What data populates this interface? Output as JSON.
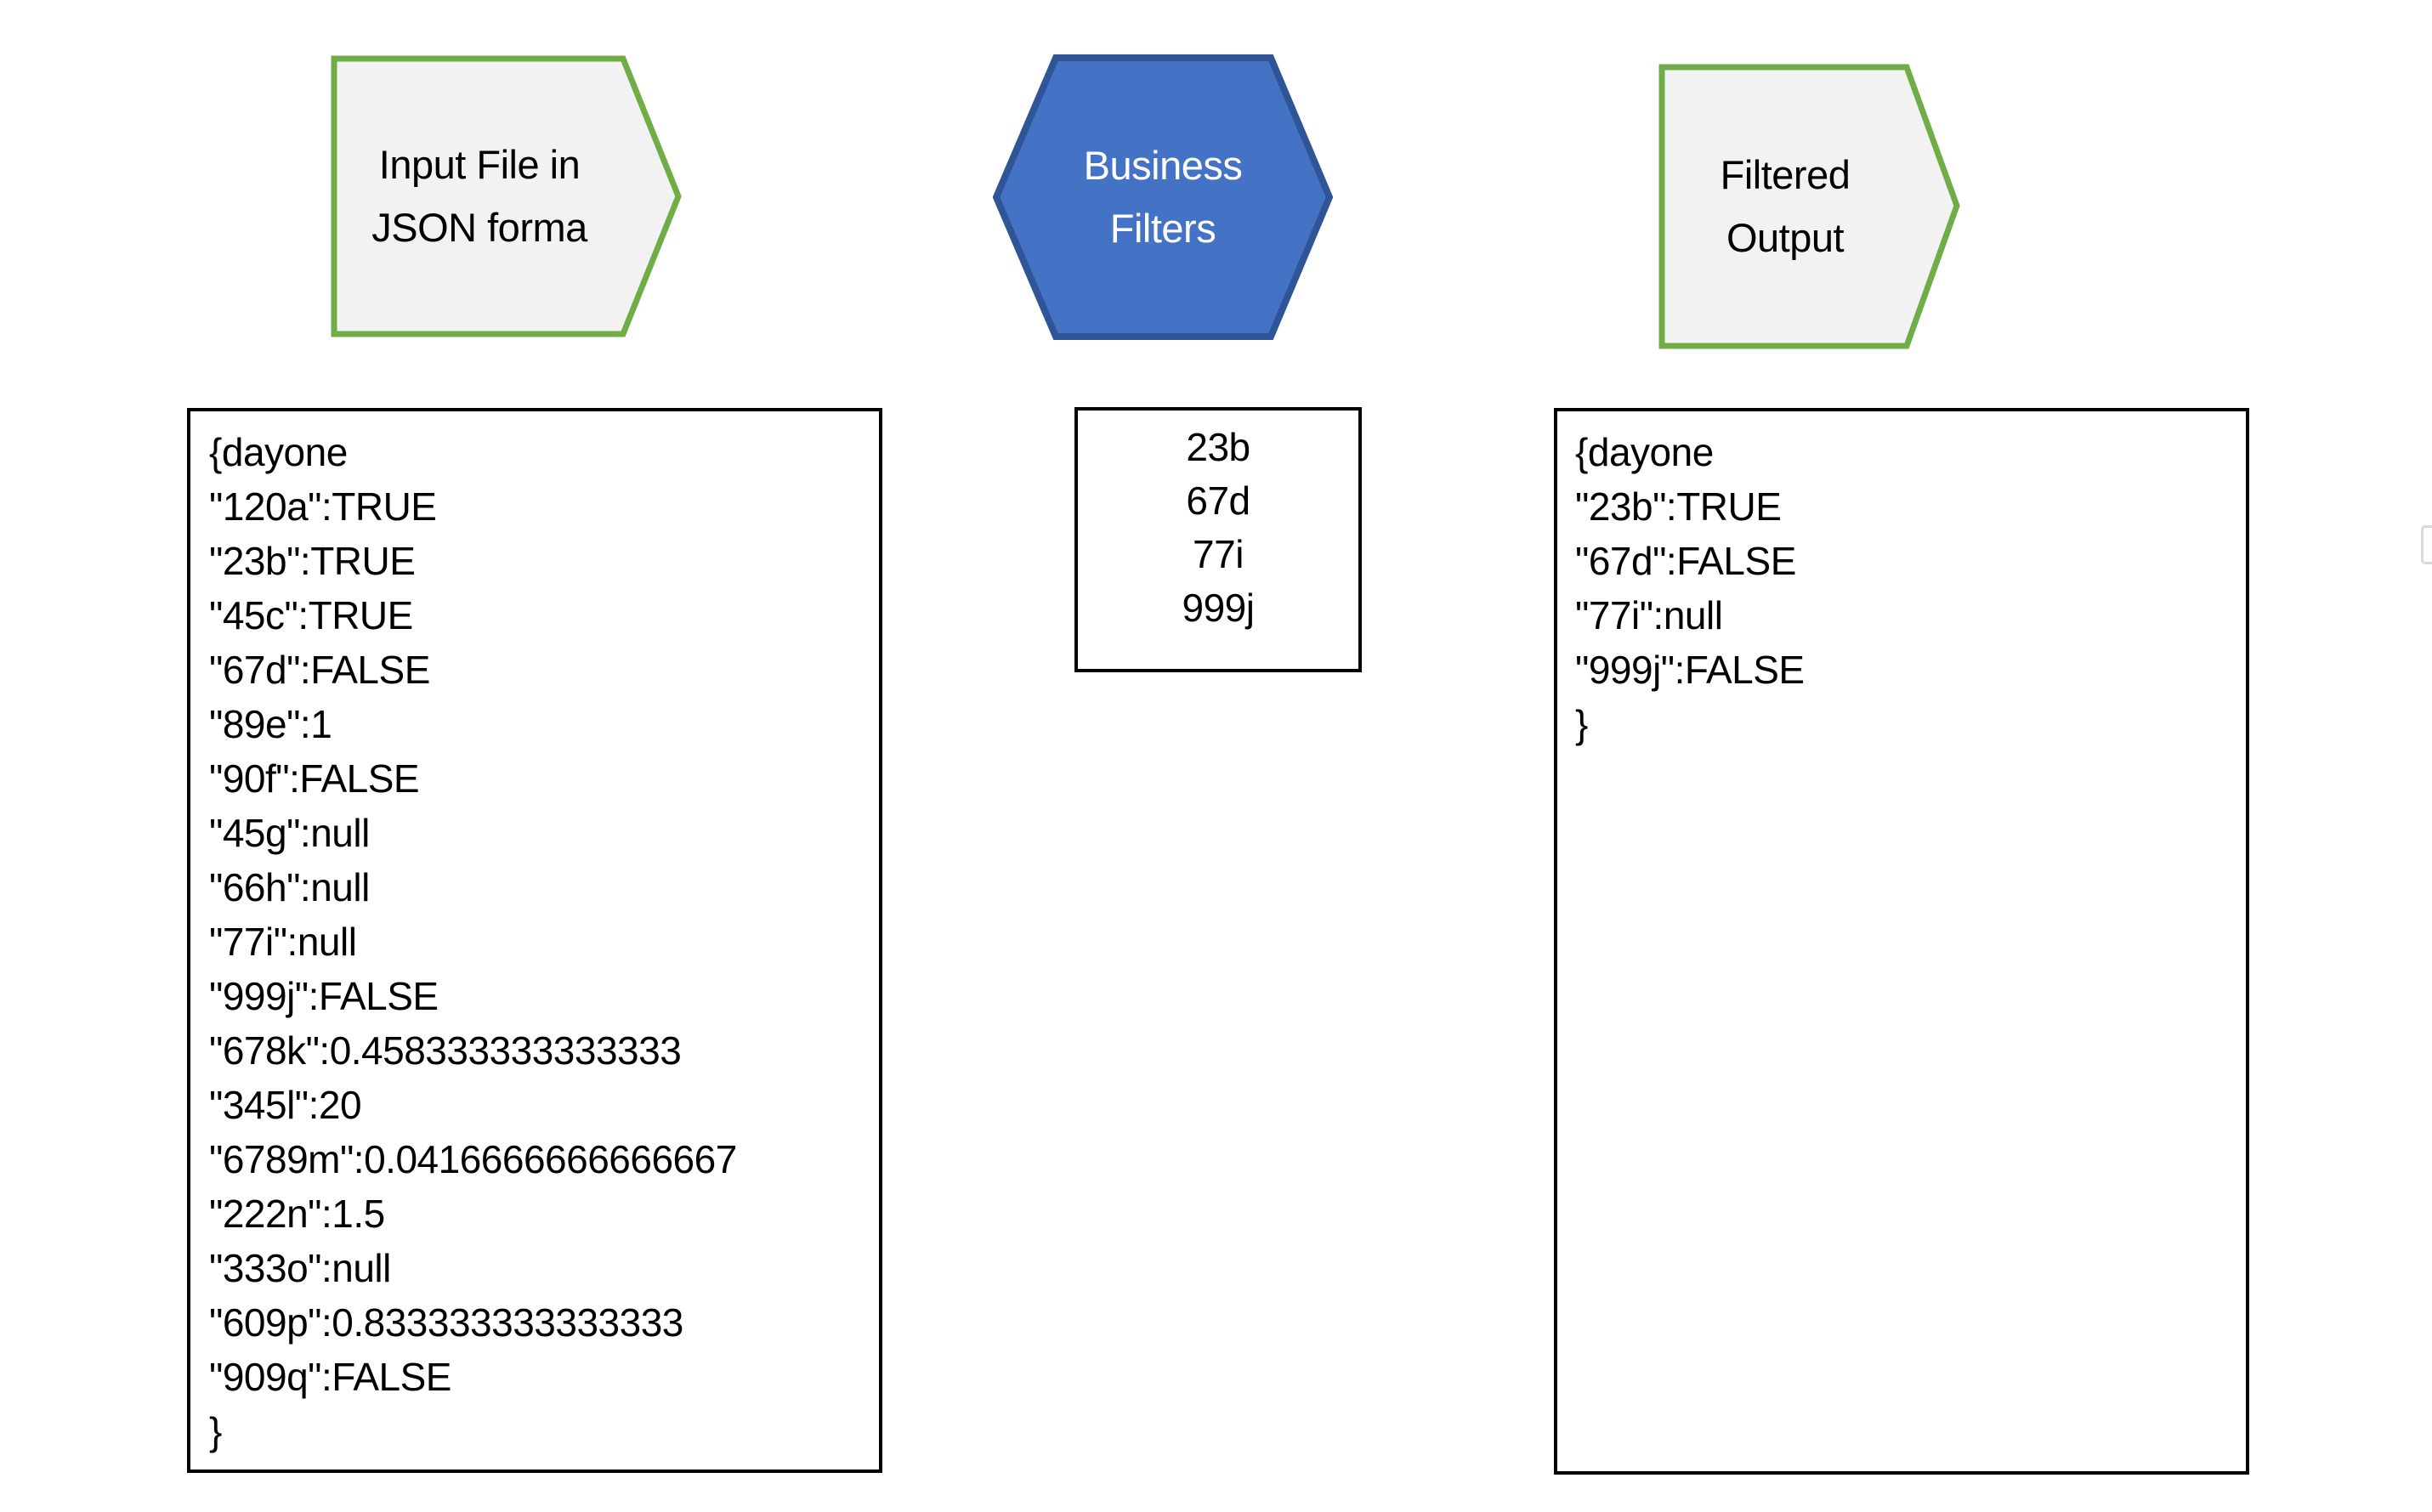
{
  "shapes": {
    "input": {
      "label_line1": "Input File in",
      "label_line2": "JSON forma",
      "fill": "#f2f2f2",
      "border": "#70ad47"
    },
    "filter": {
      "label_line1": "Business",
      "label_line2": "Filters",
      "fill": "#4472c4",
      "border": "#2f5597"
    },
    "output": {
      "label_line1": "Filtered",
      "label_line2": "Output",
      "fill": "#f2f2f2",
      "border": "#70ad47"
    }
  },
  "boxes": {
    "input_json": {
      "lines": [
        "{dayone",
        "\"120a\":TRUE",
        "\"23b\":TRUE",
        "\"45c\":TRUE",
        "\"67d\":FALSE",
        "\"89e\":1",
        "\"90f\":FALSE",
        "\"45g\":null",
        "\"66h\":null",
        "\"77i\":null",
        "\"999j\":FALSE",
        "\"678k\":0.458333333333333",
        "\"345l\":20",
        "\"6789m\":0.0416666666666667",
        "\"222n\":1.5",
        "\"333o\":null",
        "\"609p\":0.833333333333333",
        "\"909q\":FALSE",
        "}"
      ]
    },
    "filters": {
      "lines": [
        "23b",
        "67d",
        "77i",
        "999j"
      ]
    },
    "output_json": {
      "lines": [
        "{dayone",
        "\"23b\":TRUE",
        "\"67d\":FALSE",
        "\"77i\":null",
        "\"999j\":FALSE",
        "}"
      ]
    }
  }
}
